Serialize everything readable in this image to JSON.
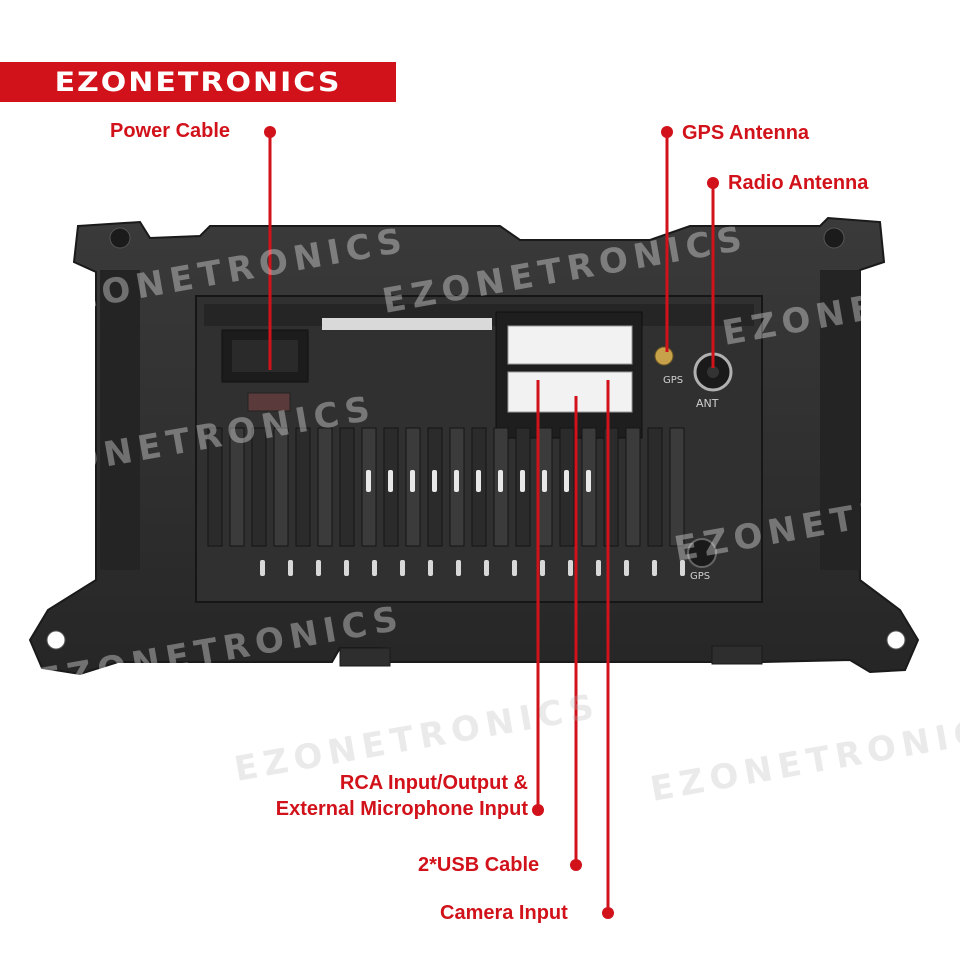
{
  "brand": {
    "name": "EZONETRONICS"
  },
  "watermark_text": "EZONETRONICS",
  "callouts": {
    "power_cable": "Power Cable",
    "gps_antenna": "GPS Antenna",
    "radio_antenna": "Radio Antenna",
    "rca_line1": "RCA Input/Output &",
    "rca_line2": "External Microphone Input",
    "usb_cable": "2*USB Cable",
    "camera_input": "Camera Input"
  },
  "device": {
    "gps_port_label": "GPS",
    "antenna_port_label": "ANT",
    "bottom_port_label": "GPS"
  },
  "colors": {
    "accent": "#d2121a",
    "device_body": "#2e2e2e",
    "connector": "#f2f2f2",
    "background": "#ffffff"
  }
}
